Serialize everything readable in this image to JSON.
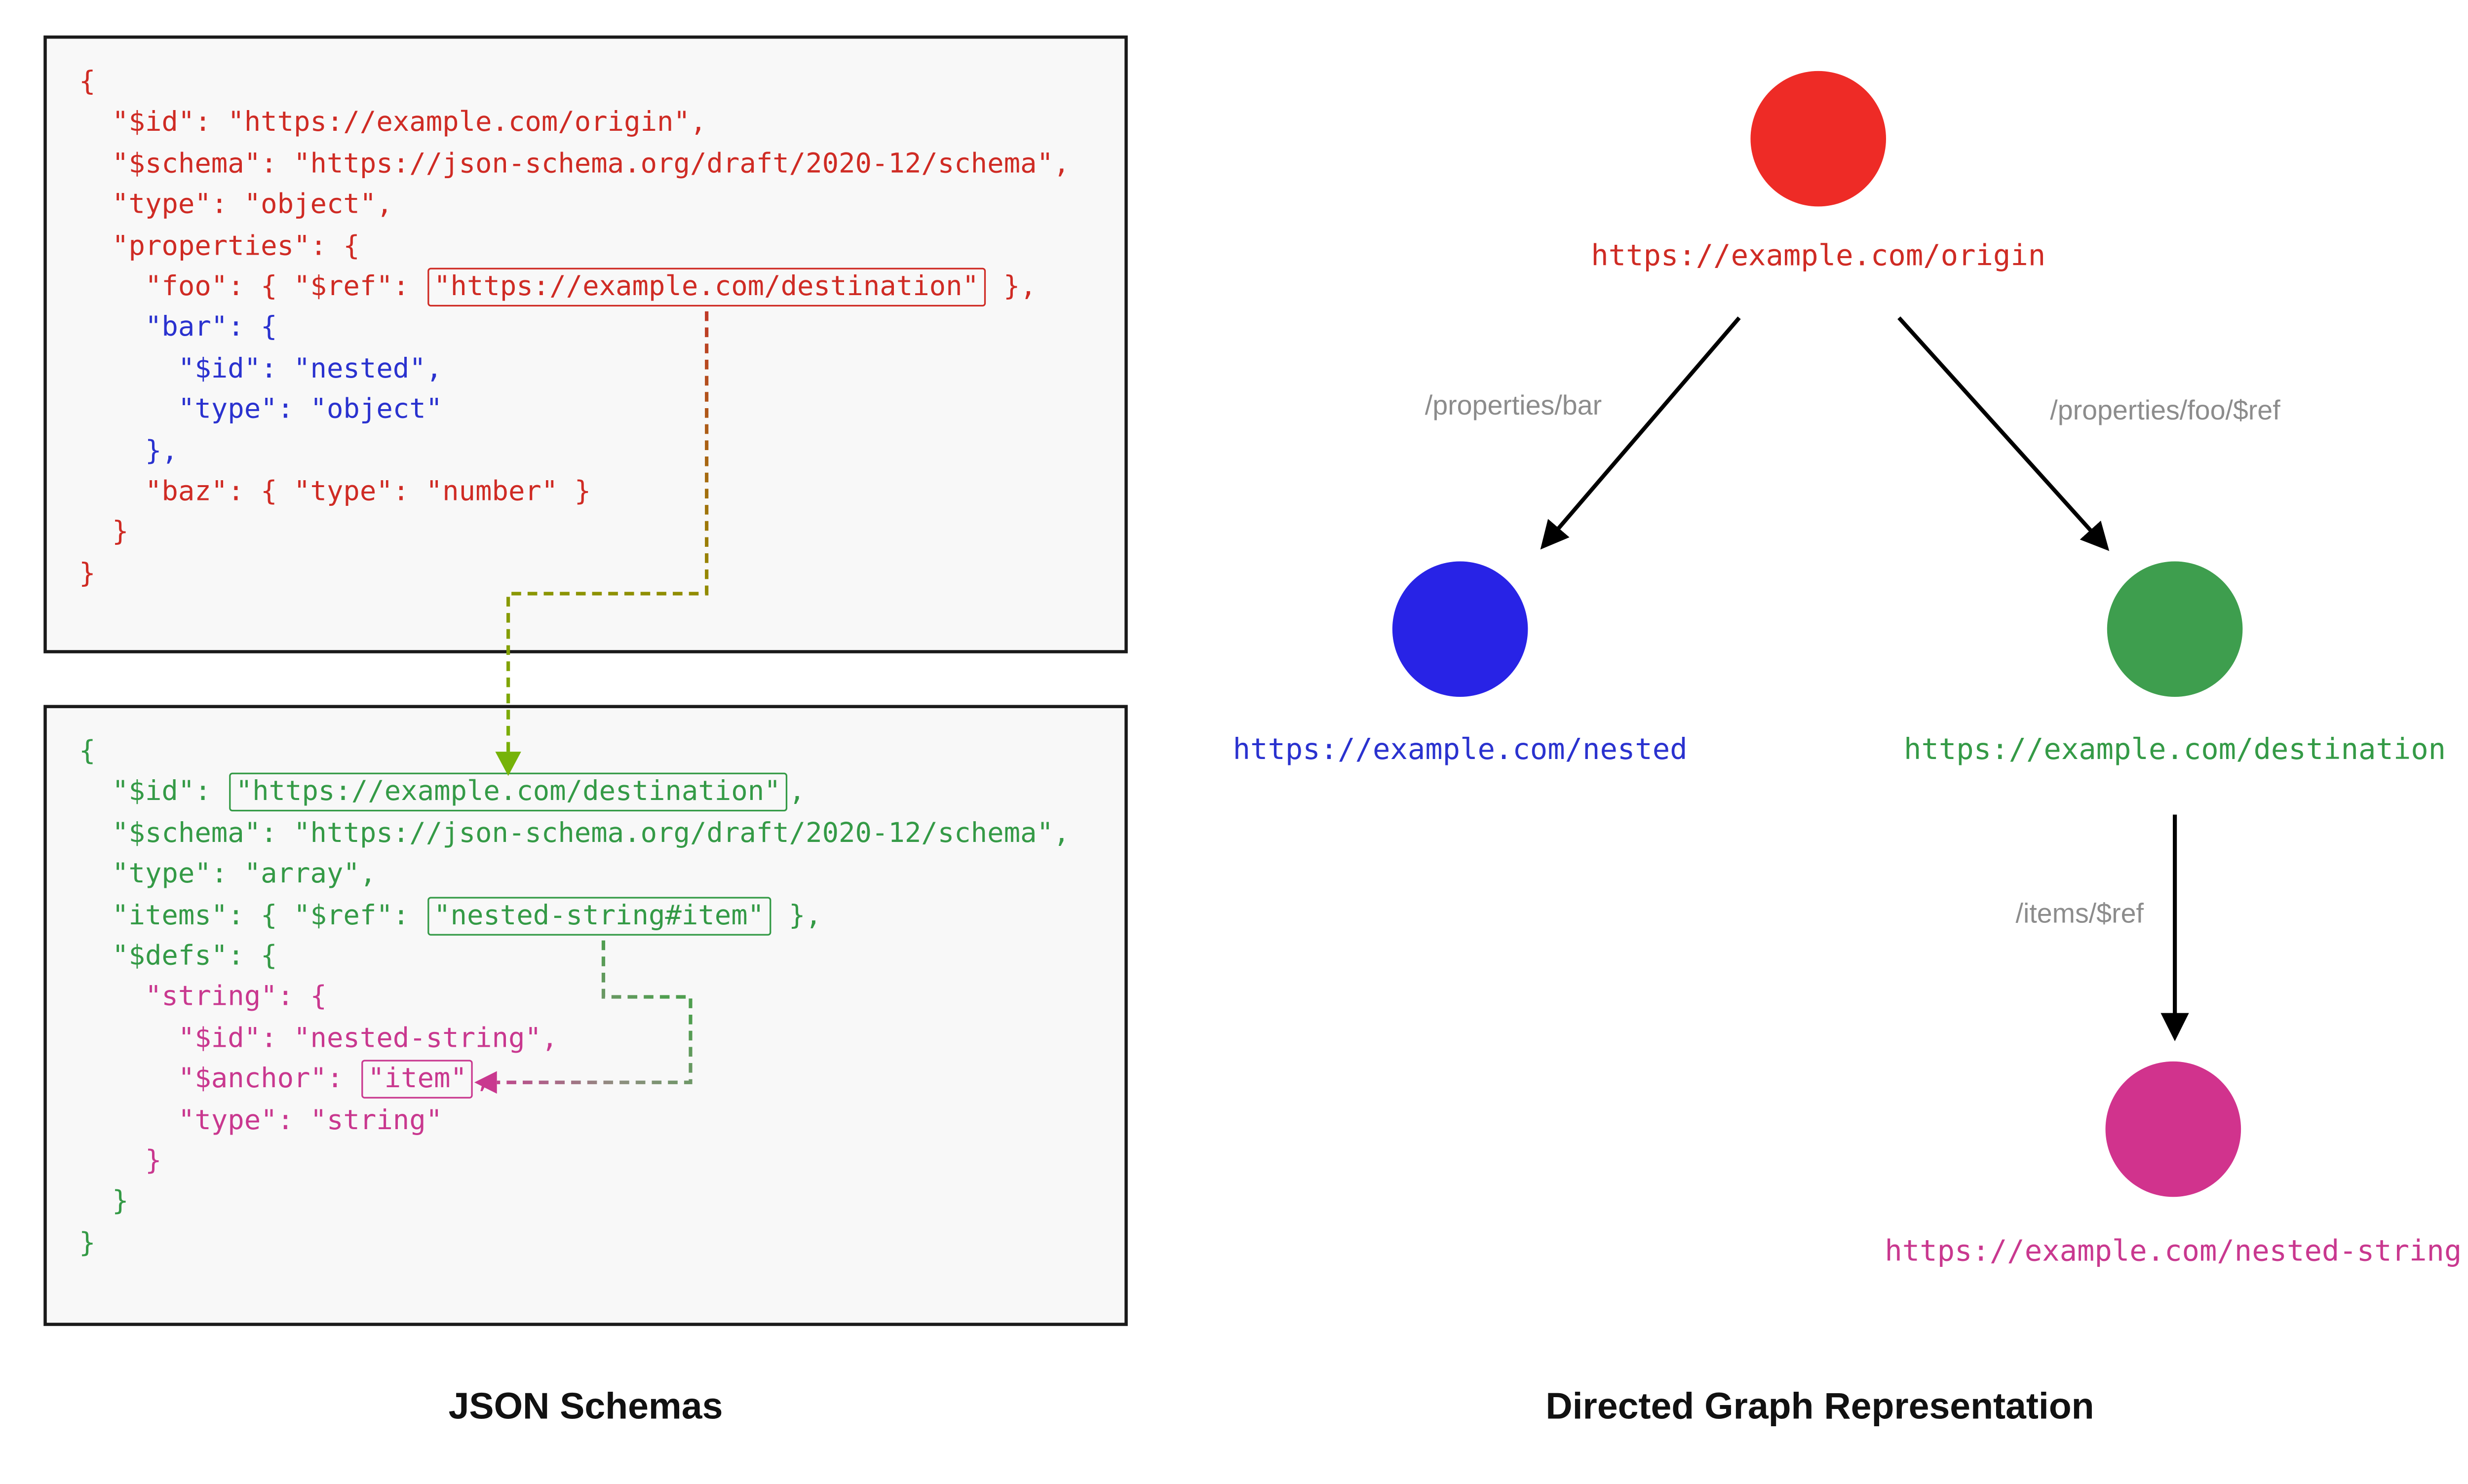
{
  "colors": {
    "red": "#cf2b24",
    "blue": "#2a32cf",
    "green": "#349a46",
    "magenta": "#c9388f",
    "gray": "#8c8c8c",
    "edge": "#000000",
    "box_border": "#1a1a1a",
    "box_bg": "#f8f8f8"
  },
  "left_panel": {
    "caption": "JSON Schemas",
    "schemas": [
      {
        "name": "origin-schema",
        "lines": [
          [
            {
              "t": "{",
              "c": "red"
            }
          ],
          [
            {
              "t": "  \"$id\": \"https://example.com/origin\",",
              "c": "red"
            }
          ],
          [
            {
              "t": "  \"$schema\": \"https://json-schema.org/draft/2020-12/schema\",",
              "c": "red"
            }
          ],
          [
            {
              "t": "  \"type\": \"object\",",
              "c": "red"
            }
          ],
          [
            {
              "t": "  \"properties\": {",
              "c": "red"
            }
          ],
          [
            {
              "t": "    \"foo\": { \"$ref\": ",
              "c": "red"
            },
            {
              "t": "\"https://example.com/destination\"",
              "c": "red",
              "box": true
            },
            {
              "t": " },",
              "c": "red"
            }
          ],
          [
            {
              "t": "    \"bar\": {",
              "c": "blue"
            }
          ],
          [
            {
              "t": "      \"$id\": \"nested\",",
              "c": "blue"
            }
          ],
          [
            {
              "t": "      \"type\": \"object\"",
              "c": "blue"
            }
          ],
          [
            {
              "t": "    },",
              "c": "blue"
            }
          ],
          [
            {
              "t": "    \"baz\": { \"type\": \"number\" }",
              "c": "red"
            }
          ],
          [
            {
              "t": "  }",
              "c": "red"
            }
          ],
          [
            {
              "t": "}",
              "c": "red"
            }
          ]
        ]
      },
      {
        "name": "destination-schema",
        "lines": [
          [
            {
              "t": "{",
              "c": "green"
            }
          ],
          [
            {
              "t": "  \"$id\": ",
              "c": "green"
            },
            {
              "t": "\"https://example.com/destination\"",
              "c": "green",
              "box": true
            },
            {
              "t": ",",
              "c": "green"
            }
          ],
          [
            {
              "t": "  \"$schema\": \"https://json-schema.org/draft/2020-12/schema\",",
              "c": "green"
            }
          ],
          [
            {
              "t": "  \"type\": \"array\",",
              "c": "green"
            }
          ],
          [
            {
              "t": "  \"items\": { \"$ref\": ",
              "c": "green"
            },
            {
              "t": "\"nested-string#item\"",
              "c": "green",
              "box": true
            },
            {
              "t": " },",
              "c": "green"
            }
          ],
          [
            {
              "t": "  \"$defs\": {",
              "c": "green"
            }
          ],
          [
            {
              "t": "    \"string\": {",
              "c": "magenta"
            }
          ],
          [
            {
              "t": "      \"$id\": \"nested-string\",",
              "c": "magenta"
            }
          ],
          [
            {
              "t": "      \"$anchor\": ",
              "c": "magenta"
            },
            {
              "t": "\"item\"",
              "c": "magenta",
              "box": true
            },
            {
              "t": ",",
              "c": "magenta"
            }
          ],
          [
            {
              "t": "      \"type\": \"string\"",
              "c": "magenta"
            }
          ],
          [
            {
              "t": "    }",
              "c": "magenta"
            }
          ],
          [
            {
              "t": "  }",
              "c": "green"
            }
          ],
          [
            {
              "t": "}",
              "c": "green"
            }
          ]
        ]
      }
    ],
    "connectors": [
      {
        "name": "ref-to-destination-id",
        "colors": [
          "#c03a28",
          "#938a00",
          "#76b309"
        ]
      },
      {
        "name": "ref-to-anchor-item",
        "colors": [
          "#4f9e4f",
          "#8f8f80",
          "#c9388f"
        ]
      }
    ]
  },
  "right_panel": {
    "caption": "Directed Graph Representation",
    "nodes": [
      {
        "id": "origin",
        "label": "https://example.com/origin",
        "color": "#ee2b26",
        "label_color": "#cf2b24"
      },
      {
        "id": "nested",
        "label": "https://example.com/nested",
        "color": "#2823e6",
        "label_color": "#2a32cf"
      },
      {
        "id": "destination",
        "label": "https://example.com/destination",
        "color": "#3e9e4e",
        "label_color": "#349a46"
      },
      {
        "id": "nested-string",
        "label": "https://example.com/nested-string",
        "color": "#d1338d",
        "label_color": "#c9388f"
      }
    ],
    "edges": [
      {
        "from": "origin",
        "to": "nested",
        "label": "/properties/bar"
      },
      {
        "from": "origin",
        "to": "destination",
        "label": "/properties/foo/$ref"
      },
      {
        "from": "destination",
        "to": "nested-string",
        "label": "/items/$ref"
      }
    ]
  }
}
